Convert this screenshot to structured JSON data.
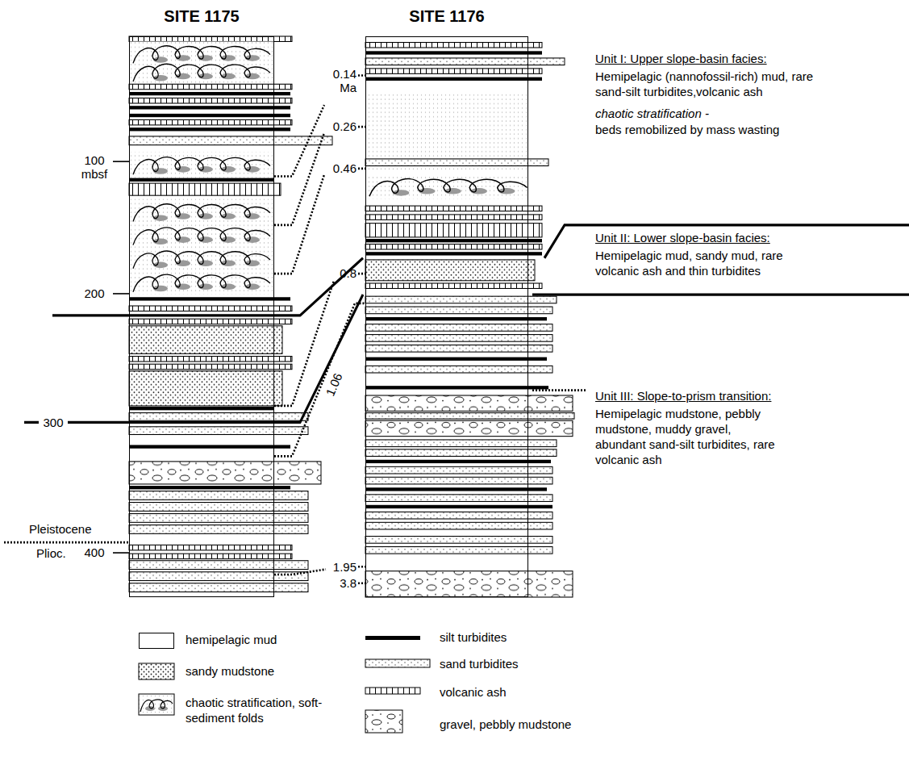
{
  "diagram": {
    "nodes": [
      {
        "text": [
          "SITE 1175"
        ]
      },
      {
        "text": [
          "SITE 1176"
        ]
      }
    ],
    "labels": [
      "0.14 Ma",
      "0.26",
      "0.46",
      "0.8",
      "1.06",
      "1.95",
      "3.8",
      "100 mbsf",
      "200",
      "300",
      "Pleistocene",
      "Plioc.",
      "400",
      "Unit I: Upper slope-basin facies:",
      "Hemipelagic (nannofossil-rich) mud, rare sand-silt turbidites,volcanic ash",
      "chaotic stratification -",
      "beds remobilized by mass wasting",
      "Unit II: Lower slope-basin facies:",
      "Hemipelagic mud, sandy mud, rare volcanic ash and thin turbidites",
      "Unit III: Slope-to-prism transition:",
      "Hemipelagic mudstone, pebbly mudstone, muddy gravel, abundant sand-silt turbidites, rare volcanic ash"
    ],
    "legend": [
      {
        "text": "hemipelagic mud",
        "color": "#ffffff"
      },
      {
        "text": "sandy mudstone"
      },
      {
        "text": "chaotic stratification, soft-sediment folds"
      },
      {
        "text": "silt turbidites"
      },
      {
        "text": "sand turbidites"
      },
      {
        "text": "volcanic ash"
      },
      {
        "text": "gravel, pebbly mudstone"
      }
    ]
  }
}
